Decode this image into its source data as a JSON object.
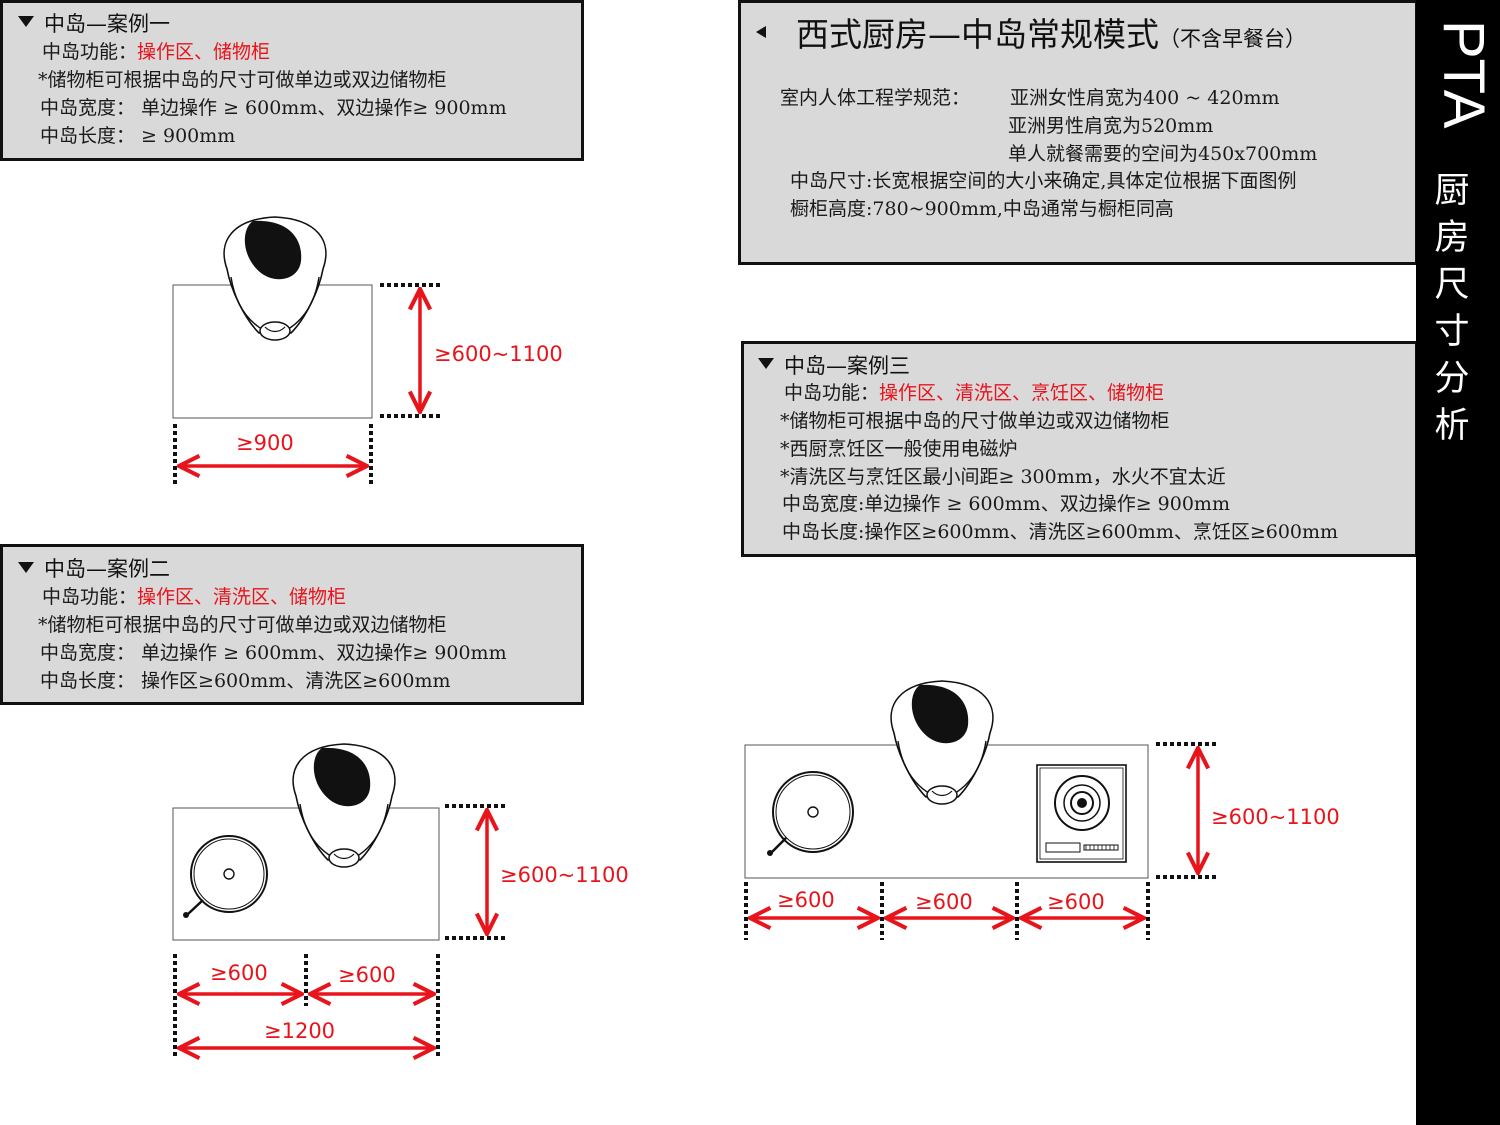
{
  "case1": {
    "title": "中岛—案例一",
    "func_label": "中岛功能：",
    "func_value": "操作区、储物柜",
    "note": "*储物柜可根据中岛的尺寸可做单边或双边储物柜",
    "width": "中岛宽度： 单边操作 ≥ 600mm、双边操作≥ 900mm",
    "length": "中岛长度： ≥ 900mm",
    "dim_depth": "≥600~1100",
    "dim_length": "≥900"
  },
  "case2": {
    "title": "中岛—案例二",
    "func_label": "中岛功能：",
    "func_value": "操作区、清洗区、储物柜",
    "note": "*储物柜可根据中岛的尺寸可做单边或双边储物柜",
    "width": "中岛宽度： 单边操作 ≥ 600mm、双边操作≥ 900mm",
    "length": "中岛长度： 操作区≥600mm、清洗区≥600mm",
    "dim_depth": "≥600~1100",
    "dim_a": "≥600",
    "dim_b": "≥600",
    "dim_total": "≥1200"
  },
  "case3": {
    "title": "中岛—案例三",
    "func_label": "中岛功能：",
    "func_value": "操作区、清洗区、烹饪区、储物柜",
    "lines": [
      "*储物柜可根据中岛的尺寸做单边或双边储物柜",
      "*西厨烹饪区一般使用电磁炉",
      "*清洗区与烹饪区最小间距≥ 300mm，水火不宜太近",
      "中岛宽度:单边操作 ≥ 600mm、双边操作≥ 900mm",
      "中岛长度:操作区≥600mm、清洗区≥600mm、烹饪区≥600mm"
    ],
    "dim_depth": "≥600~1100",
    "dim_a": "≥600",
    "dim_b": "≥600",
    "dim_c": "≥600"
  },
  "main": {
    "title": "西式厨房—中岛常规模式",
    "subtitle": "（不含早餐台）",
    "ergo_label": "室内人体工程学规范：",
    "ergo_1": "亚洲女性肩宽为400 ~ 420mm",
    "ergo_2": "亚洲男性肩宽为520mm",
    "ergo_3": "单人就餐需要的空间为450x700mm",
    "size": "中岛尺寸:长宽根据空间的大小来确定,具体定位根据下面图例",
    "height": "橱柜高度:780~900mm,中岛通常与橱柜同高"
  },
  "sidebar": {
    "brand": "PTA",
    "vertical": [
      "厨",
      "房",
      "尺",
      "寸",
      "分",
      "析"
    ]
  },
  "colors": {
    "accent_red": "#e8141b",
    "panel_gray": "#d9d9d9",
    "sidebar": "#000000"
  }
}
